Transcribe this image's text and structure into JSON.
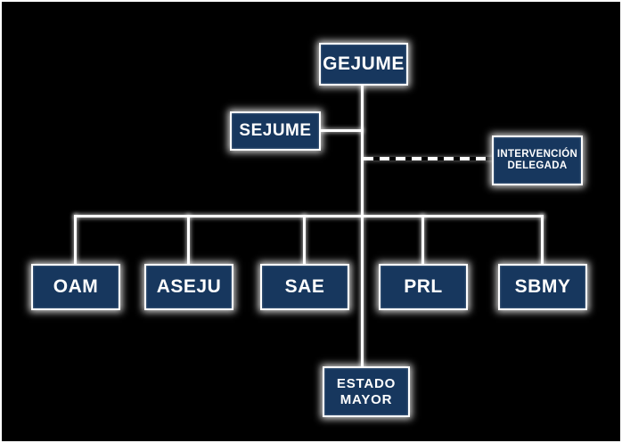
{
  "diagram": {
    "type": "org-chart",
    "colors": {
      "background": "#000000",
      "box_fill": "#17375e",
      "box_border": "#ffffff",
      "text": "#ffffff",
      "connector": "#ffffff"
    },
    "nodes": {
      "gejume": {
        "label": "GEJUME"
      },
      "sejume": {
        "label": "SEJUME"
      },
      "intervencion": {
        "line1": "INTERVENCIÓN",
        "line2": "DELEGADA"
      },
      "oam": {
        "label": "OAM"
      },
      "aseju": {
        "label": "ASEJU"
      },
      "sae": {
        "label": "SAE"
      },
      "prl": {
        "label": "PRL"
      },
      "sbmy": {
        "label": "SBMY"
      },
      "estado_mayor": {
        "line1": "ESTADO",
        "line2": "MAYOR"
      }
    },
    "relations": {
      "root": "GEJUME",
      "staff_left": "SEJUME",
      "staff_right_dashed": "INTERVENCIÓN DELEGADA",
      "children": [
        "OAM",
        "ASEJU",
        "SAE",
        "PRL",
        "SBMY"
      ],
      "bottom": "ESTADO MAYOR"
    }
  }
}
